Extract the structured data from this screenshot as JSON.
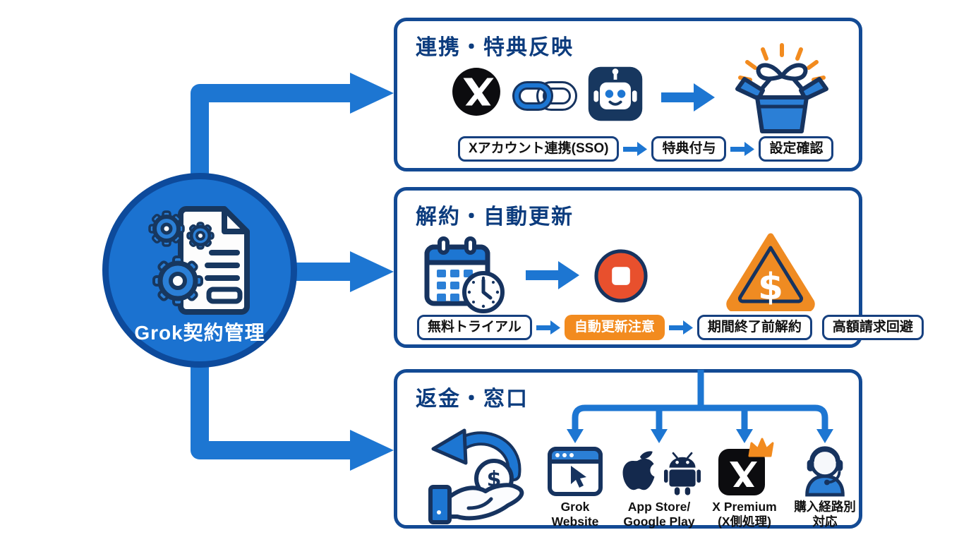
{
  "palette": {
    "blue": "#1d76d2",
    "navy_title": "#0c3c7e",
    "navy_border": "#134a94",
    "icon_outline": "#16335f",
    "orange": "#f28b1f",
    "stop_red": "#e8502d",
    "black": "#0c0c0f"
  },
  "center": {
    "label": "Grok契約管理"
  },
  "glyphs": {
    "dollar": "$"
  },
  "sections": [
    {
      "title": "連携・特典反映",
      "steps": [
        "Xアカウント連携(SSO)",
        "特典付与",
        "設定確認"
      ]
    },
    {
      "title": "解約・自動更新",
      "steps": [
        "無料トライアル",
        "自動更新注意",
        "期間終了前解約",
        "高額請求回避"
      ]
    },
    {
      "title": "返金・窓口",
      "channels": [
        {
          "line1": "Grok",
          "line2": "Website"
        },
        {
          "line1": "App Store/",
          "line2": "Google Play"
        },
        {
          "line1": "X Premium",
          "line2": "(X側処理)"
        },
        {
          "line1": "購入経路別",
          "line2": "対応"
        }
      ]
    }
  ]
}
